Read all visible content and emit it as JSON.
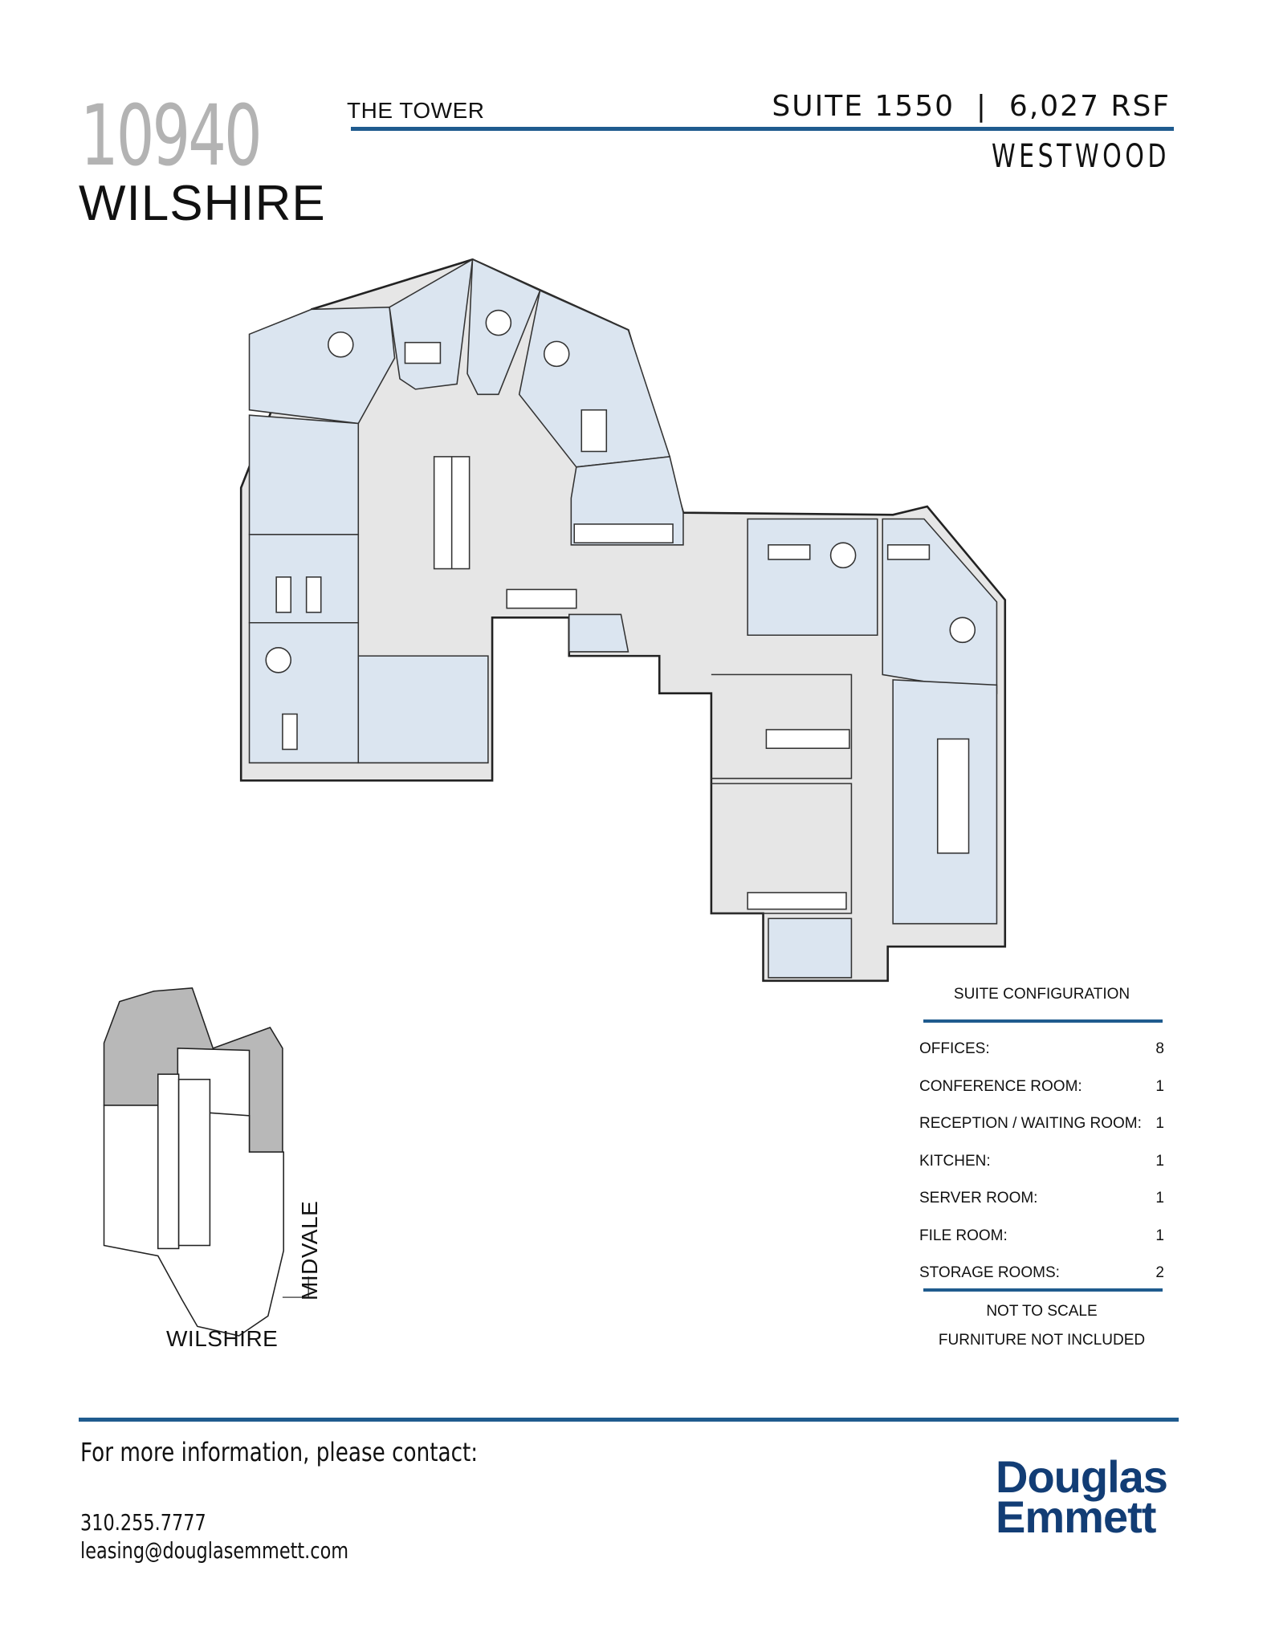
{
  "header": {
    "address_number": "10940",
    "street": "WILSHIRE",
    "building": "THE TOWER",
    "suite_line": "SUITE 1550  |  6,027 RSF",
    "neighborhood": "WESTWOOD"
  },
  "colors": {
    "accent_rule": "#1f5b8e",
    "office_fill": "#dbe5f0",
    "common_fill": "#e6e6e6",
    "keyplan_highlight": "#b8b8b8",
    "logo": "#123d75"
  },
  "suite_configuration": {
    "title": "SUITE CONFIGURATION",
    "rows": [
      {
        "label": "OFFICES:",
        "value": "8"
      },
      {
        "label": "CONFERENCE ROOM:",
        "value": "1"
      },
      {
        "label": "RECEPTION / WAITING ROOM:",
        "value": "1"
      },
      {
        "label": "KITCHEN:",
        "value": "1"
      },
      {
        "label": "SERVER ROOM:",
        "value": "1"
      },
      {
        "label": "FILE ROOM:",
        "value": "1"
      },
      {
        "label": "STORAGE ROOMS:",
        "value": "2"
      }
    ],
    "notes": [
      "NOT TO SCALE",
      "FURNITURE NOT INCLUDED"
    ]
  },
  "key_plan": {
    "street_south": "WILSHIRE",
    "street_east": "MIDVALE"
  },
  "footer": {
    "contact_prompt": "For more information, please contact:",
    "phone": "310.255.7777",
    "email": "leasing@douglasemmett.com",
    "logo_line1": "Douglas",
    "logo_line2": "Emmett"
  }
}
